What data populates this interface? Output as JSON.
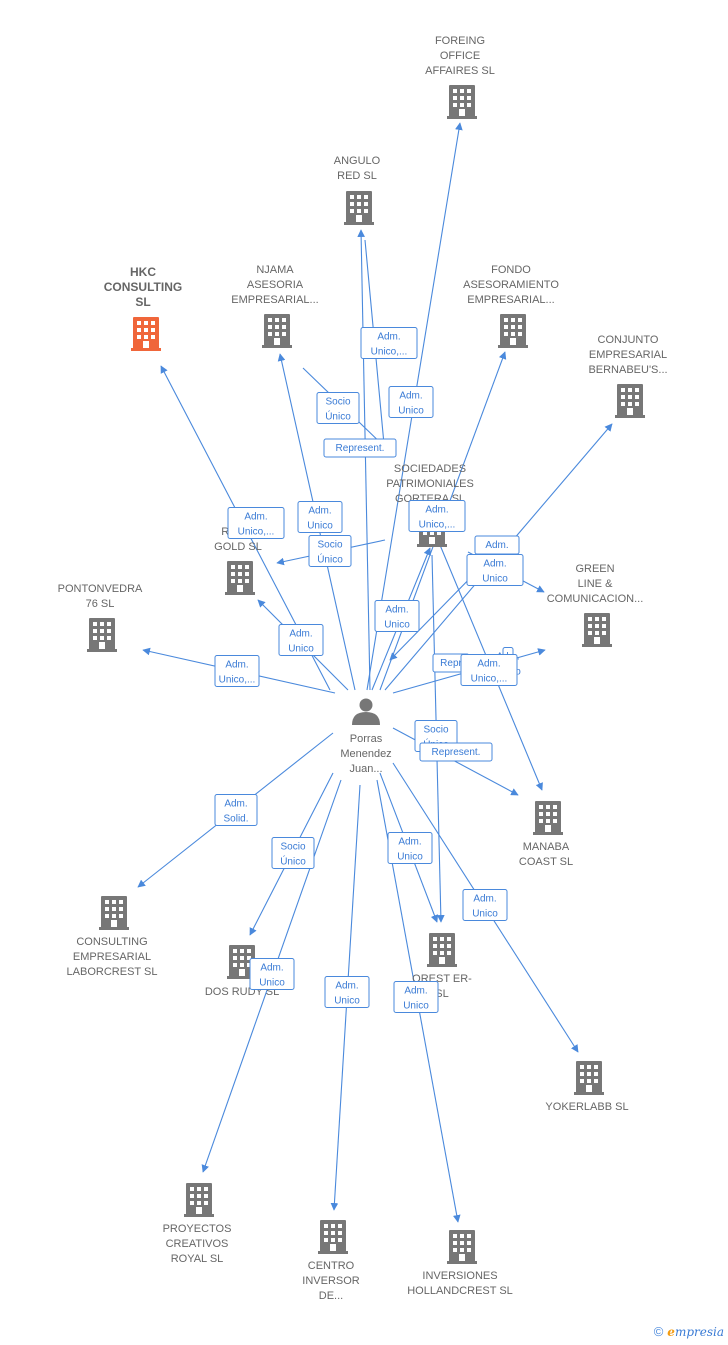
{
  "colors": {
    "edge": "#4a89dc",
    "building": "#777777",
    "building_focus": "#f0663a",
    "person": "#777777",
    "label": "#666666"
  },
  "person": {
    "lines": [
      "Porras",
      "Menendez",
      "Juan..."
    ],
    "icon": "person-icon"
  },
  "companies": [
    {
      "id": "hkc",
      "lines": [
        "HKC",
        "CONSULTING",
        "SL"
      ],
      "focus": true
    },
    {
      "id": "foreing",
      "lines": [
        "FOREING",
        "OFFICE",
        "AFFAIRES SL"
      ]
    },
    {
      "id": "angulo",
      "lines": [
        "ANGULO",
        "RED  SL"
      ]
    },
    {
      "id": "njama",
      "lines": [
        "NJAMA",
        "ASESORIA",
        "EMPRESARIAL..."
      ]
    },
    {
      "id": "fondo",
      "lines": [
        "FONDO",
        "ASESORAMIENTO",
        "EMPRESARIAL..."
      ]
    },
    {
      "id": "conjunto",
      "lines": [
        "CONJUNTO",
        "EMPRESARIAL",
        "BERNABEU'S..."
      ]
    },
    {
      "id": "sociedades",
      "lines": [
        "SOCIEDADES",
        "PATRIMONIALES",
        "GORTERA SL"
      ]
    },
    {
      "id": "river",
      "lines": [
        "RIVER",
        "GOLD  SL"
      ]
    },
    {
      "id": "pontonvedra",
      "lines": [
        "PONTONVEDRA",
        "76  SL"
      ]
    },
    {
      "id": "green",
      "lines": [
        "GREEN",
        "LINE &",
        "COMUNICACION..."
      ]
    },
    {
      "id": "manaba",
      "lines": [
        "MANABA",
        "COAST  SL"
      ]
    },
    {
      "id": "consulting_lab",
      "lines": [
        "CONSULTING",
        "EMPRESARIAL",
        "LABORCREST SL"
      ]
    },
    {
      "id": "dosrudy",
      "lines": [
        "DOS RUDY  SL"
      ]
    },
    {
      "id": "orest",
      "lines": [
        "OREST ER-",
        "SL"
      ]
    },
    {
      "id": "yokerlabb",
      "lines": [
        "YOKERLABB SL"
      ]
    },
    {
      "id": "proyectos",
      "lines": [
        "PROYECTOS",
        "CREATIVOS",
        "ROYAL  SL"
      ]
    },
    {
      "id": "centro",
      "lines": [
        "CENTRO",
        "INVERSOR",
        "DE..."
      ]
    },
    {
      "id": "inversiones",
      "lines": [
        "INVERSIONES",
        "HOLLANDCREST SL"
      ]
    }
  ],
  "relations": [
    {
      "lines": [
        "Adm.",
        "Unico,..."
      ]
    },
    {
      "lines": [
        "Adm.",
        "Unico"
      ]
    },
    {
      "lines": [
        "Socio",
        "Único"
      ]
    },
    {
      "lines": [
        "Represent."
      ]
    },
    {
      "lines": [
        "Adm.",
        "Unico,..."
      ]
    },
    {
      "lines": [
        "Adm.",
        "Unico"
      ]
    },
    {
      "lines": [
        "Adm.",
        "Unico,..."
      ]
    },
    {
      "lines": [
        "Socio",
        "Único"
      ]
    },
    {
      "lines": [
        "Adm.",
        "Unico"
      ]
    },
    {
      "lines": [
        "Adm.",
        "Unico,..."
      ]
    },
    {
      "lines": [
        "Adm."
      ]
    },
    {
      "lines": [
        "Adm.",
        "Unico"
      ]
    },
    {
      "lines": [
        "Adm.",
        "Unico"
      ]
    },
    {
      "lines": [
        "Adm.",
        "Unico"
      ]
    },
    {
      "lines": [
        "Repr"
      ]
    },
    {
      "lines": [
        "Adm.",
        "Unico,..."
      ]
    },
    {
      "lines": [
        "Socio",
        "Único"
      ]
    },
    {
      "lines": [
        "Represent."
      ]
    },
    {
      "lines": [
        "Adm.",
        "Solid."
      ]
    },
    {
      "lines": [
        "Socio",
        "Único"
      ]
    },
    {
      "lines": [
        "Adm.",
        "Unico"
      ]
    },
    {
      "lines": [
        "Adm.",
        "Unico"
      ]
    },
    {
      "lines": [
        "Adm.",
        "Unico"
      ]
    },
    {
      "lines": [
        "Adm.",
        "Unico"
      ]
    },
    {
      "lines": [
        "Adm.",
        "Unico"
      ]
    }
  ],
  "footer": {
    "copyright": "©",
    "brand_initial": "e",
    "brand_rest": "mpresia"
  }
}
